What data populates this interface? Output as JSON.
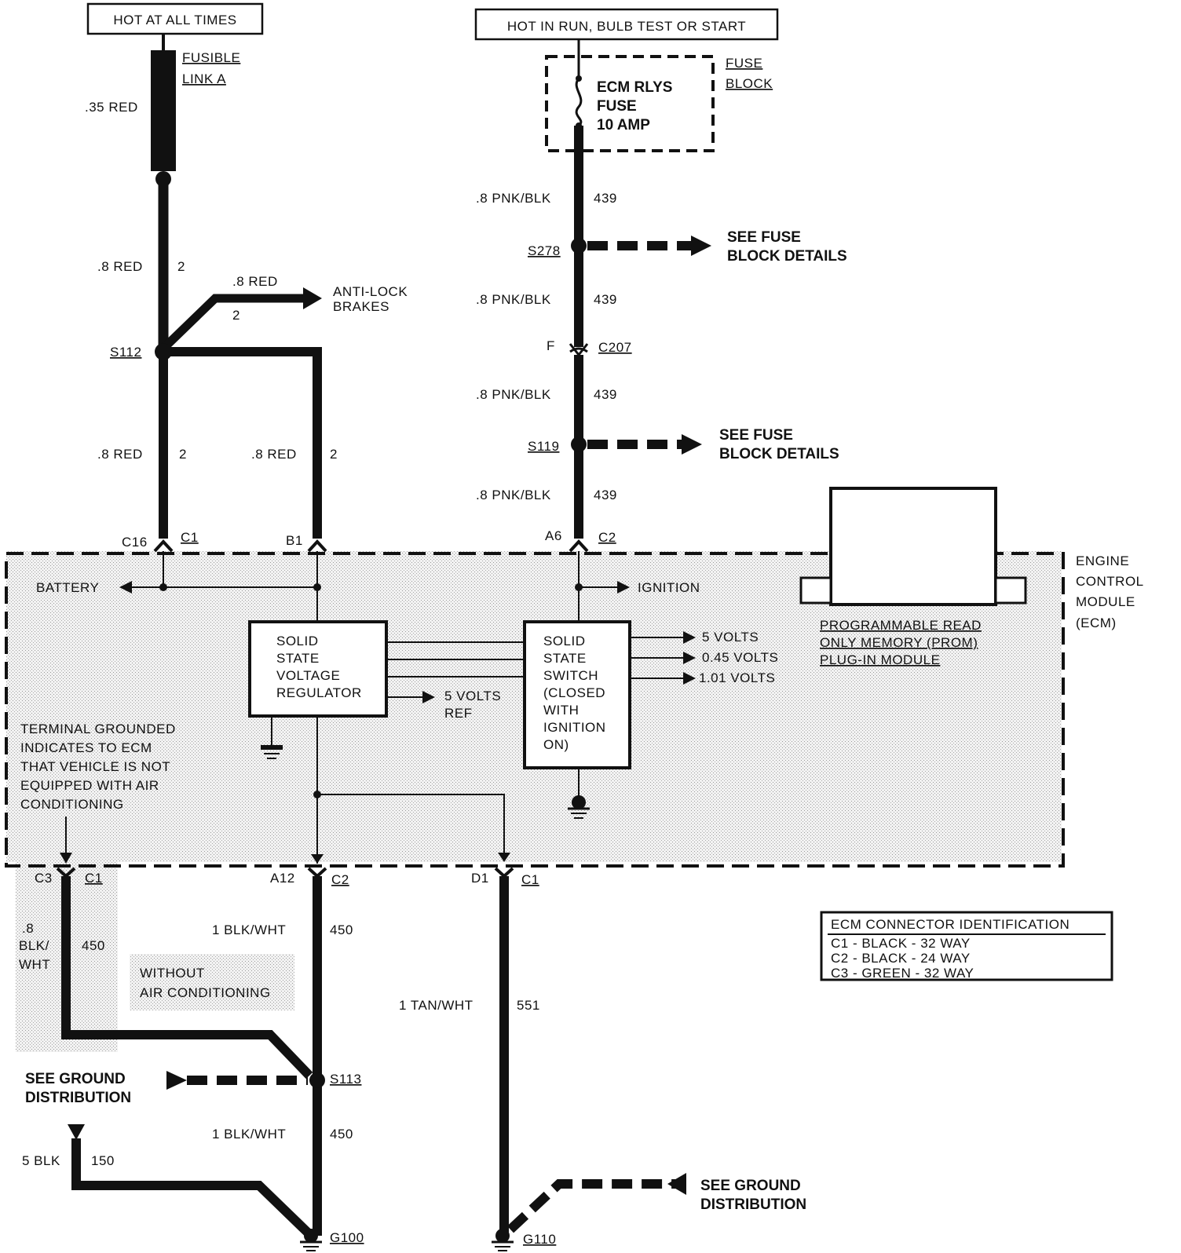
{
  "power": {
    "hot_at_all_times": "HOT AT ALL TIMES",
    "hot_in_run": "HOT IN RUN, BULB TEST OR START"
  },
  "fusible_link": {
    "line1": "FUSIBLE",
    "line2": "LINK A",
    "wire": ".35 RED"
  },
  "fuse_block": {
    "label1": "FUSE",
    "label2": "BLOCK",
    "fuse1": "ECM RLYS",
    "fuse2": "FUSE",
    "fuse3": "10 AMP"
  },
  "wires": {
    "red_8": ".8 RED",
    "circuit_2": "2",
    "pnk_blk": ".8 PNK/BLK",
    "circuit_439": "439",
    "blk_wht_1": "1 BLK/WHT",
    "circuit_450": "450",
    "tan_wht": "1 TAN/WHT",
    "circuit_551": "551",
    "blk_wht_8_a": ".8",
    "blk_wht_8_b": "BLK/",
    "blk_wht_8_c": "WHT",
    "blk_5": "5 BLK",
    "circuit_150": "150"
  },
  "splices": {
    "s112": "S112",
    "s278": "S278",
    "s119": "S119",
    "s113": "S113",
    "g100": "G100",
    "g110": "G110"
  },
  "connectors": {
    "c207": "C207",
    "f": "F",
    "c16": "C16",
    "b1": "B1",
    "a6": "A6",
    "c1": "C1",
    "c2": "C2",
    "c3": "C3",
    "a12": "A12",
    "d1": "D1"
  },
  "destinations": {
    "anti_lock1": "ANTI-LOCK",
    "anti_lock2": "BRAKES",
    "see_fuse1": "SEE FUSE",
    "see_fuse2": "BLOCK DETAILS",
    "see_ground1": "SEE GROUND",
    "see_ground2": "DISTRIBUTION"
  },
  "ecm": {
    "name1": "ENGINE",
    "name2": "CONTROL",
    "name3": "MODULE",
    "name4": "(ECM)",
    "battery": "BATTERY",
    "ignition": "IGNITION",
    "regulator": [
      "SOLID",
      "STATE",
      "VOLTAGE",
      "REGULATOR"
    ],
    "ref1": "5 VOLTS",
    "ref2": "REF",
    "switch": [
      "SOLID",
      "STATE",
      "SWITCH",
      "(CLOSED",
      "WITH",
      "IGNITION",
      "ON)"
    ],
    "out1": "5 VOLTS",
    "out2": "0.45 VOLTS",
    "out3": "1.01 VOLTS",
    "prom": [
      "PROGRAMMABLE READ",
      "ONLY MEMORY (PROM)",
      "PLUG-IN MODULE"
    ],
    "note": [
      "TERMINAL GROUNDED",
      "INDICATES TO ECM",
      "THAT VEHICLE IS NOT",
      "EQUIPPED WITH AIR",
      "CONDITIONING"
    ]
  },
  "without_ac1": "WITHOUT",
  "without_ac2": "AIR CONDITIONING",
  "connector_id": {
    "title": "ECM CONNECTOR IDENTIFICATION",
    "rows": [
      "C1 - BLACK - 32 WAY",
      "C2 - BLACK - 24 WAY",
      "C3 - GREEN - 32 WAY"
    ]
  }
}
